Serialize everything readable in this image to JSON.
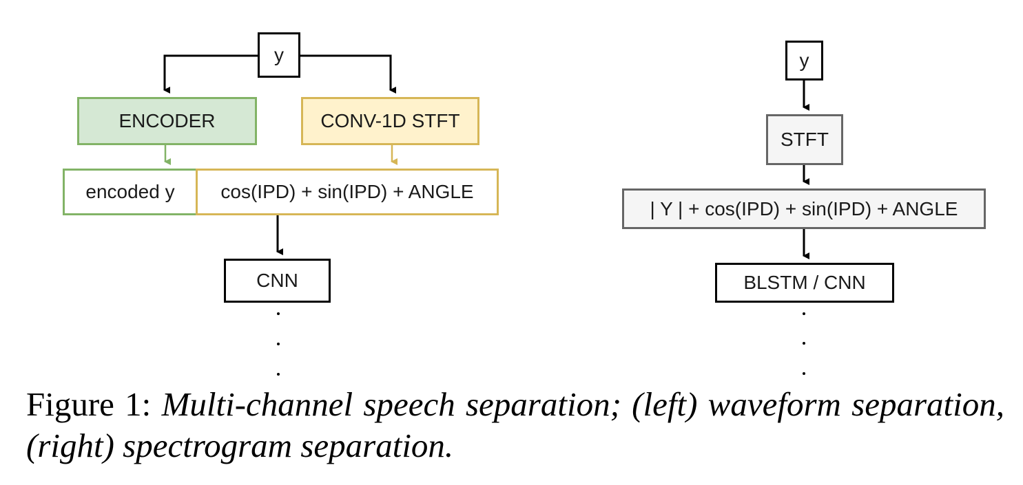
{
  "left_diagram": {
    "input": "y",
    "encoder": "ENCODER",
    "conv_stft": "CONV-1D STFT",
    "encoded": "encoded y",
    "features": "cos(IPD) + sin(IPD) + ANGLE",
    "network": "CNN"
  },
  "right_diagram": {
    "input": "y",
    "stft": "STFT",
    "features": "| Y | + cos(IPD) + sin(IPD) + ANGLE",
    "network": "BLSTM / CNN"
  },
  "caption": {
    "label": "Figure 1:",
    "text": "Multi-channel speech separation; (left) waveform separation, (right) spectrogram separation."
  },
  "colors": {
    "encoder_stroke": "#82b366",
    "encoder_fill": "#d5e8d4",
    "stft_stroke": "#d6b656",
    "stft_fill": "#fff2cc",
    "gray_stroke": "#666666",
    "gray_fill": "#f5f5f5"
  }
}
